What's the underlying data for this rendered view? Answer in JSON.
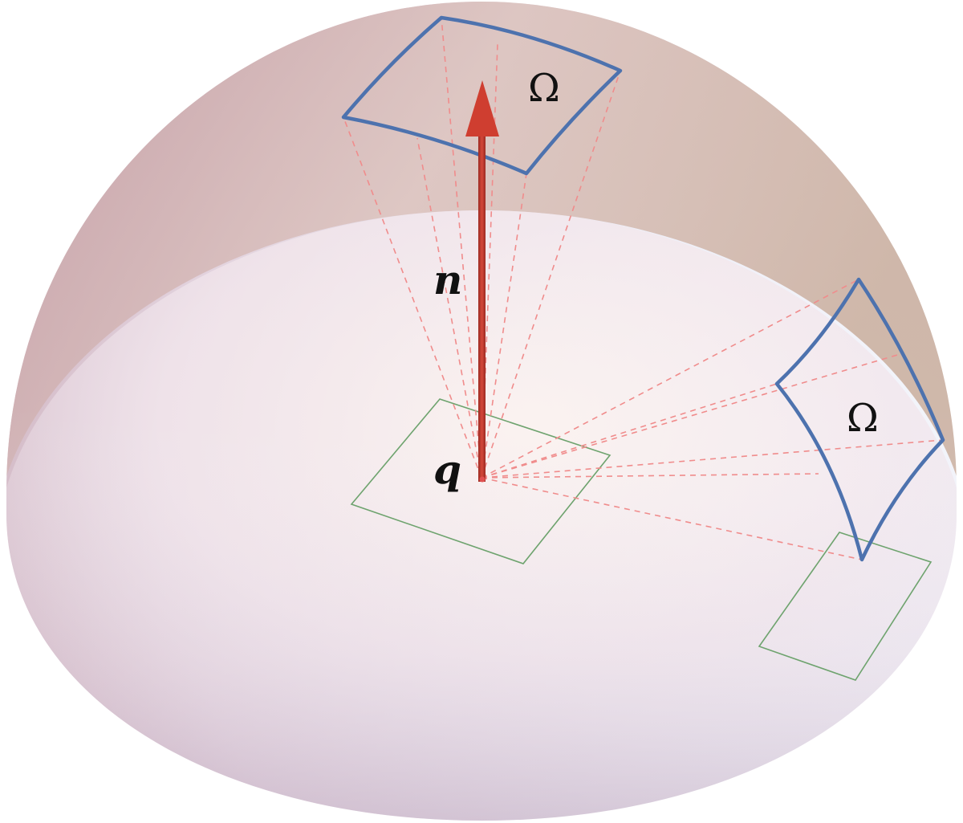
{
  "labels": {
    "omega_top": "Ω",
    "omega_right": "Ω",
    "normal": "n",
    "point": "q"
  },
  "icons": {
    "normal_arrow": "arrow-up-icon"
  },
  "colors": {
    "hemisphere_light": "#f6f8fd",
    "hemisphere_pink": "#e6cfd6",
    "hemisphere_rim": "#c9a9b3",
    "cap_band": "#cdb0b2",
    "solid_angle_outline": "#4d72ae",
    "dashed_rays": "#f08c8c",
    "tangent_plane": "#6ea36e",
    "normal_arrow": "#c0392b",
    "text": "#111111"
  }
}
